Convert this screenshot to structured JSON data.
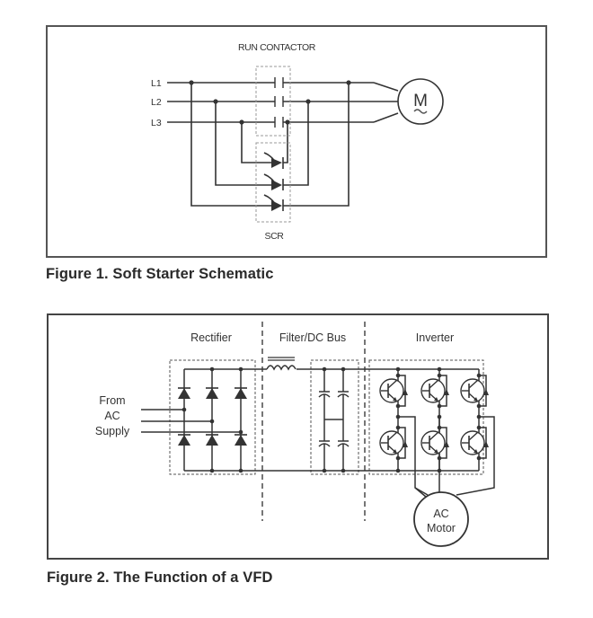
{
  "figure1": {
    "caption": "Figure 1. Soft Starter Schematic",
    "labels": {
      "run_contactor": "RUN CONTACTOR",
      "scr": "SCR",
      "motor_symbol": "M",
      "motor_tilde": "~"
    },
    "lines": [
      "L1",
      "L2",
      "L3"
    ]
  },
  "figure2": {
    "caption": "Figure 2. The Function of a VFD",
    "sections": {
      "rectifier": "Rectifier",
      "filter": "Filter/DC Bus",
      "inverter": "Inverter"
    },
    "supply_label": [
      "From",
      "AC",
      "Supply"
    ],
    "motor_label": [
      "AC",
      "Motor"
    ]
  },
  "colors": {
    "line": "#333333",
    "frame": "#555555",
    "dashed": "#777777",
    "caption": "#2a2a2a"
  }
}
